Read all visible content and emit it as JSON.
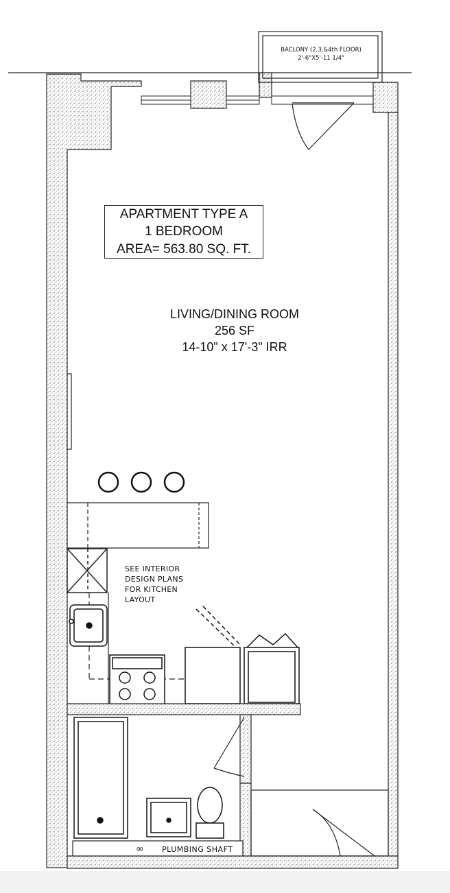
{
  "title_block": {
    "line1": "APARTMENT TYPE A",
    "line2": "1 BEDROOM",
    "line3": "AREA=  563.80 SQ. FT."
  },
  "living_room": {
    "name": "LIVING/DINING ROOM",
    "area": "256 SF",
    "dims": "14-10\" x 17'-3\" IRR"
  },
  "balcony": {
    "line1": "BACLONY (2,3,&4th FLOOR)",
    "line2": "2'-6\"X5'-11 1/4\""
  },
  "kitchen_note": {
    "line1": "SEE INTERIOR",
    "line2": "DESIGN PLANS",
    "line3": "FOR KITCHEN",
    "line4": "LAYOUT"
  },
  "plumbing": {
    "symbol": "∞",
    "label": "PLUMBING SHAFT"
  },
  "colors": {
    "ink": "#1a1a1a",
    "wall_fill": "#e4e4e4",
    "page": "#ffffff",
    "footer_band": "#f2f2f3"
  }
}
